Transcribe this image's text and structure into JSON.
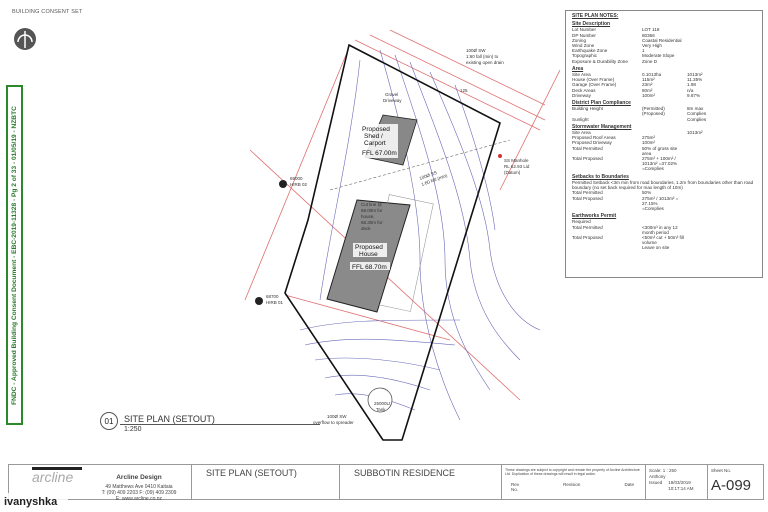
{
  "header": {
    "set_label": "BUILDING CONSENT SET",
    "north_icon": "north-arrow-icon"
  },
  "stamp": {
    "text": "FNDC - Approved Building Consent Document - EBC-2019-11328 - Pg 2 of 33 - 01/05/19 - NZBTC",
    "color": "#2a8a2a"
  },
  "plan": {
    "sw_top": "100Ø SW",
    "sw_top2": "1:60 fall (min) to",
    "sw_top3": "existing open drain",
    "dim_125": "125",
    "gravel": "Gravel",
    "driveway": "Driveway",
    "shed": [
      "Proposed",
      "Shed /",
      "Carport"
    ],
    "shed_ffl": "FFL 67.00m",
    "manhole": [
      "SS Manhole",
      "RL 62.93 Lid",
      "(Datum)"
    ],
    "hirb02": [
      "69000",
      "HIRB 02"
    ],
    "hirb01": [
      "68700",
      "HIRB 01"
    ],
    "ss_pipe": "100Ø SS",
    "ss_fall": "1:60 fall (min)",
    "cutline": [
      "Cut line @",
      "68.00m for",
      "house,",
      "68.30m for",
      "deck"
    ],
    "house": [
      "Proposed",
      "House"
    ],
    "house_ffl": "FFL 68.70m",
    "tank": [
      "25000Lt",
      "Tank"
    ],
    "sw_bottom": "100Ø SW",
    "sw_bottom2": "overflow to spreader",
    "view_no": "01",
    "view_title": "SITE PLAN (SETOUT)",
    "view_scale": "1:250"
  },
  "notes": {
    "title": "SITE PLAN NOTES:",
    "sections": [
      {
        "heading": "Site Description",
        "rows": [
          [
            "Lot Number",
            "LOT 118",
            ""
          ],
          [
            "DP Number",
            "80366",
            ""
          ],
          [
            "Zoning",
            "Coastal Residential",
            ""
          ],
          [
            "Wind Zone",
            "Very High",
            ""
          ],
          [
            "Earthquake Zone",
            "1",
            ""
          ],
          [
            "Topographic",
            "Moderate Slope",
            ""
          ],
          [
            "Exposure & Durability Zone",
            "Zone D",
            ""
          ]
        ]
      },
      {
        "heading": "Area",
        "rows": [
          [
            "Site Area",
            "0.1013ha",
            "1013m²"
          ],
          [
            "House    (Over Frame)",
            "115m²",
            "11.35%"
          ],
          [
            "Garage   (Over Frame)",
            "23m²",
            "1.98"
          ],
          [
            "Deck Areas",
            "80m²",
            "n/a"
          ],
          [
            "Driveway",
            "100m²",
            "9.87%"
          ]
        ]
      },
      {
        "heading": "District Plan Compliance",
        "rows": [
          [
            "Building Height",
            "(Permitted)",
            "8m max"
          ],
          [
            "",
            "(Proposed)",
            "Complies"
          ],
          [
            "Sunlight",
            "",
            "Complies"
          ]
        ]
      },
      {
        "heading": "Stormwater Management",
        "rows": [
          [
            "Site Area",
            "",
            "1013m²"
          ],
          [
            "Proposed Roof Areas",
            "275m²",
            ""
          ],
          [
            "Proposed Driveway",
            "100m²",
            ""
          ],
          [
            "Total Permitted",
            "50% of gross site area",
            ""
          ],
          [
            "Total Proposed",
            "275m² + 100m² / 1013m² =37.02%",
            ""
          ],
          [
            "",
            "=Complies",
            ""
          ]
        ]
      },
      {
        "heading": "Setbacks to Boundaries",
        "para": "Permitted Setback <3m min from road boundaries, 1.2m from boundaries other than road boundary (no set back required for max length of 10m)",
        "rows": [
          [
            "Total Permitted",
            "50%",
            ""
          ],
          [
            "Total Proposed",
            "275m² / 1013m² = 27.15%",
            ""
          ],
          [
            "",
            "=Complies",
            ""
          ]
        ]
      },
      {
        "heading": "Earthworks Permit",
        "rows": [
          [
            "Required",
            "",
            ""
          ],
          [
            "Total Permitted",
            "<300m³ in any 12 month period",
            ""
          ],
          [
            "Total Proposed",
            "<50m³ cut + 50m³ fill volume",
            ""
          ],
          [
            "",
            "Leave on site",
            ""
          ]
        ]
      }
    ]
  },
  "title_block": {
    "company": "Arcline Design",
    "logo_text": "arcline",
    "address": "49 Matthews Ave 0410 Kaitaia",
    "phone": "T: (09) 409 2203",
    "fax": "F: (09) 409 2309",
    "web": "E: www.arcline.co.nz",
    "drawing_title": "SITE PLAN (SETOUT)",
    "project": "SUBBOTIN RESIDENCE",
    "copyright": "These drawings are subject to copyright and remain the property of Arcline Architecture Ltd. Duplication of these drawings will result in legal action",
    "rev_label": "Rev",
    "no_label": "No.",
    "revision_label": "Revision",
    "date_label": "Date",
    "scale_label": "Scale:",
    "scale": "1 : 250",
    "drawn_by": "Anthony",
    "issued_label": "Issued",
    "issued_date": "18/03/2019",
    "issued_time": "10:17:14 AM",
    "sheet_label": "Sheet No.",
    "sheet": "A-099"
  },
  "watermark": "ivanyshka"
}
